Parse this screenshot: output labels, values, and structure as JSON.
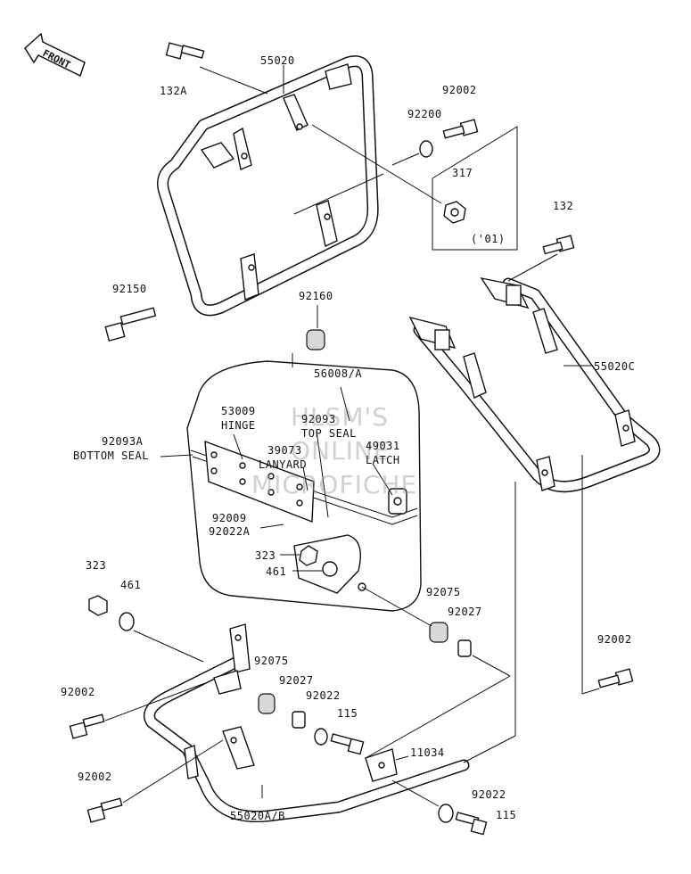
{
  "front_label": "FRONT",
  "watermark": [
    "HLSM'S",
    "ONLINE",
    "MICROFICHE"
  ],
  "labels": {
    "l_132A": "132A",
    "l_55020": "55020",
    "l_92002_top": "92002",
    "l_92200": "92200",
    "l_317": "317",
    "l_01": "('01)",
    "l_132": "132",
    "l_92150": "92150",
    "l_92160": "92160",
    "l_55020C": "55020C",
    "l_56008A": "56008/A",
    "l_53009": "53009",
    "l_hinge": "HINGE",
    "l_92093": "92093",
    "l_top_seal": "TOP SEAL",
    "l_92093A": "92093A",
    "l_bottom_seal": "BOTTOM SEAL",
    "l_39073": "39073",
    "l_lanyard": "LANYARD",
    "l_49031": "49031",
    "l_latch": "LATCH",
    "l_92009": "92009",
    "l_92022A": "92022A",
    "l_323_box": "323",
    "l_461_box": "461",
    "l_323": "323",
    "l_461": "461",
    "l_92075_r": "92075",
    "l_92027_r": "92027",
    "l_92002_right": "92002",
    "l_92075": "92075",
    "l_92027": "92027",
    "l_92022": "92022",
    "l_115": "115",
    "l_92002_left1": "92002",
    "l_11034": "11034",
    "l_92002_left2": "92002",
    "l_92022_b": "92022",
    "l_115_b": "115",
    "l_55020AB": "55020A/B"
  }
}
